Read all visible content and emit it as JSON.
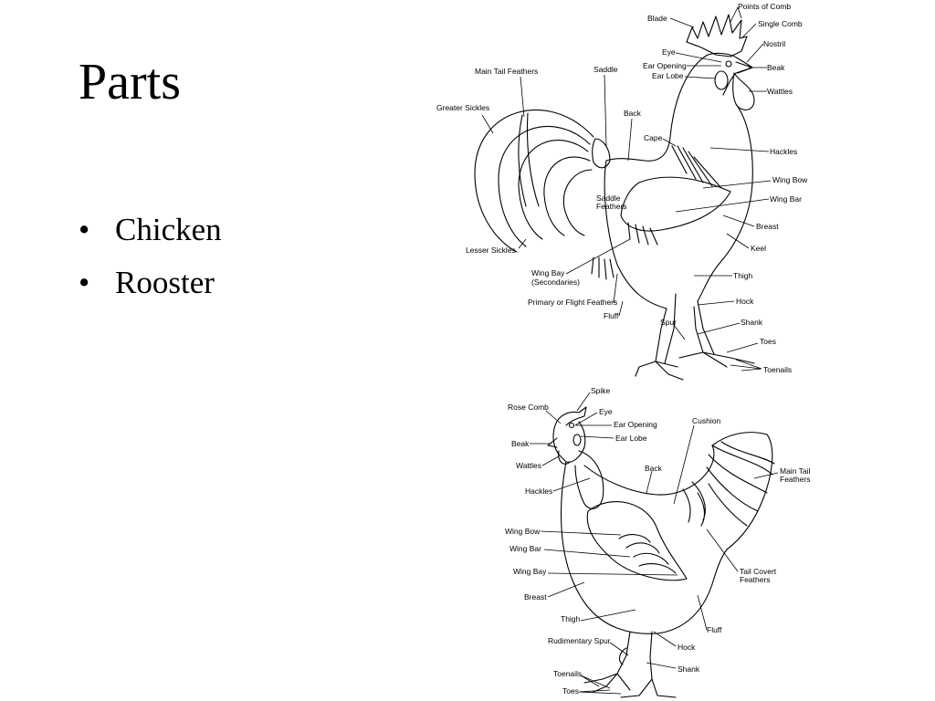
{
  "slide": {
    "title": "Parts",
    "bullet_glyph": "•",
    "bullets": [
      "Chicken",
      "Rooster"
    ]
  },
  "rooster_labels": {
    "points_of_comb": "Points of Comb",
    "blade": "Blade",
    "single_comb": "Single Comb",
    "nostril": "Nostril",
    "eye": "Eye",
    "ear_opening": "Ear Opening",
    "ear_lobe": "Ear Lobe",
    "beak": "Beak",
    "wattles": "Wattles",
    "main_tail_feathers": "Main Tail Feathers",
    "saddle": "Saddle",
    "greater_sickles": "Greater Sickles",
    "back": "Back",
    "cape": "Cape",
    "hackles": "Hackles",
    "wing_bow": "Wing Bow",
    "saddle_feathers_1": "Saddle",
    "saddle_feathers_2": "Feathers",
    "wing_bar": "Wing Bar",
    "breast": "Breast",
    "lesser_sickles": "Lesser Sickles",
    "keel": "Keel",
    "wing_bay_1": "Wing Bay",
    "wing_bay_2": "(Secondaries)",
    "thigh": "Thigh",
    "primary_flight": "Primary or Flight Feathers",
    "hock": "Hock",
    "fluff": "Fluff",
    "spur": "Spur",
    "shank": "Shank",
    "toes": "Toes",
    "toenails": "Toenails"
  },
  "hen_labels": {
    "spike": "Spike",
    "rose_comb": "Rose Comb",
    "eye": "Eye",
    "ear_opening": "Ear Opening",
    "cushion": "Cushion",
    "ear_lobe": "Ear Lobe",
    "beak": "Beak",
    "wattles": "Wattles",
    "back": "Back",
    "main_tail_1": "Main Tail",
    "main_tail_2": "Feathers",
    "hackles": "Hackles",
    "wing_bow": "Wing Bow",
    "wing_bar": "Wing Bar",
    "wing_bay": "Wing Bay",
    "tail_covert_1": "Tail Covert",
    "tail_covert_2": "Feathers",
    "breast": "Breast",
    "thigh": "Thigh",
    "fluff": "Fluff",
    "rudimentary_spur": "Rudimentary Spur",
    "hock": "Hock",
    "shank": "Shank",
    "toenails": "Toenails",
    "toes": "Toes"
  }
}
